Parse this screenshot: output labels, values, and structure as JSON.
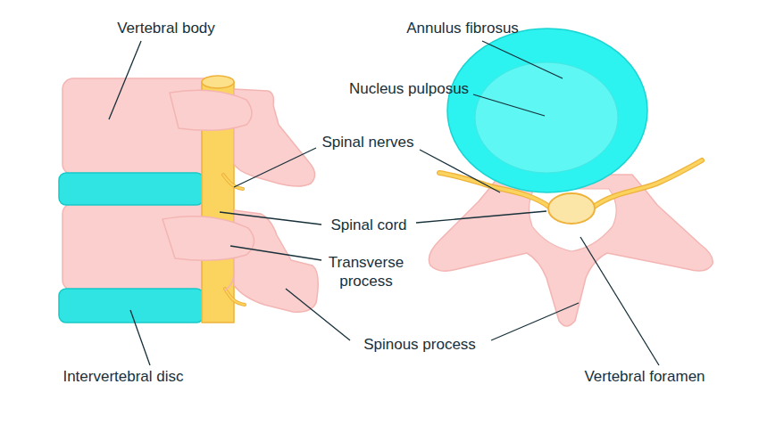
{
  "diagram": {
    "labels": [
      "Vertebral body",
      "Annulus fibrosus",
      "Nucleus pulposus",
      "Spinal nerves",
      "Spinal cord",
      "Transverse process",
      "Spinous process",
      "Intervertebral disc",
      "Vertebral foramen"
    ]
  }
}
